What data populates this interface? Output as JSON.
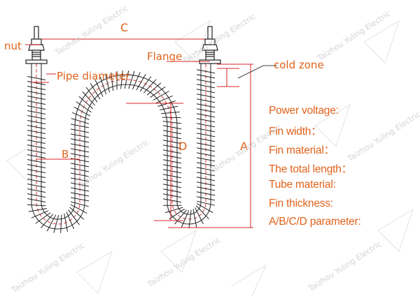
{
  "labels": {
    "nut": "nut",
    "c": "C",
    "flange": "Flange",
    "pipe_diameter": "Pipe diameter",
    "cold_zone": "cold zone",
    "b": "B",
    "d": "D",
    "a": "A"
  },
  "specs": [
    "Power voltage:",
    "Fin width：",
    "Fin material：",
    "The total length：",
    "Tube material:",
    "Fin thickness:",
    "A/B/C/D parameter:"
  ],
  "watermark": "Taizhou Yuling Electric",
  "colors": {
    "label": "#e0621b",
    "line": "#222222",
    "dim": "#d9252a",
    "watermark": "#c8c8c8"
  }
}
